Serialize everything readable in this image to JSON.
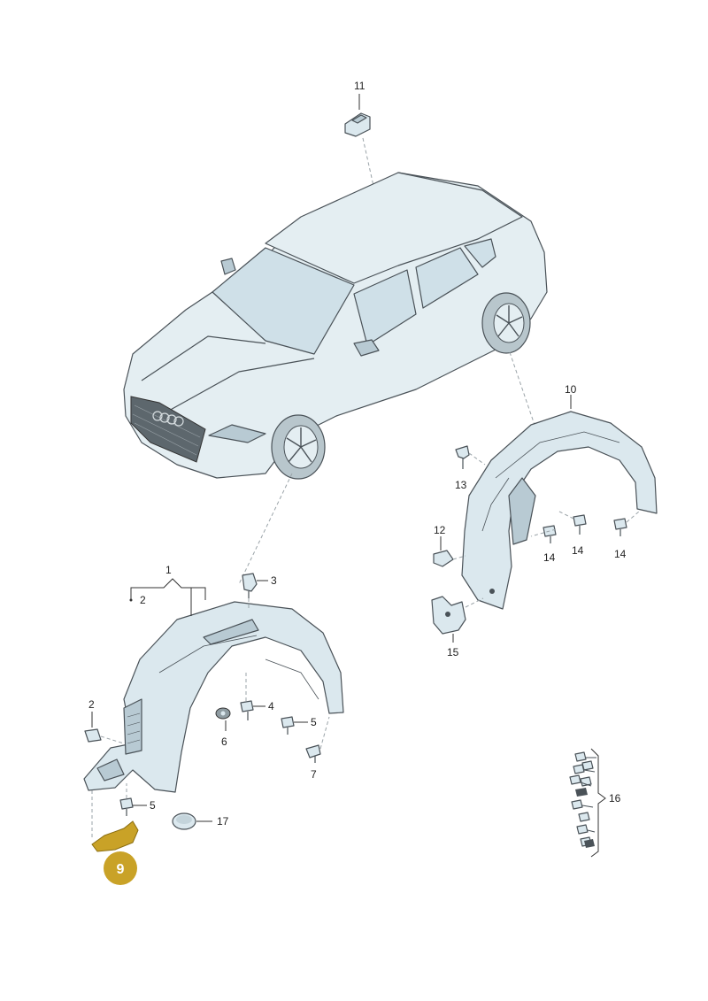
{
  "callouts": {
    "c1": "1",
    "c2a": "2",
    "c2b": "2",
    "c3": "3",
    "c4": "4",
    "c5a": "5",
    "c5b": "5",
    "c6": "6",
    "c7": "7",
    "c9": "9",
    "c10": "10",
    "c11": "11",
    "c12": "12",
    "c13": "13",
    "c14a": "14",
    "c14b": "14",
    "c14c": "14",
    "c15": "15",
    "c16": "16",
    "c17": "17"
  },
  "colors": {
    "highlight": "#c9a227",
    "part_fill": "#dbe8ee",
    "outline": "#4a5258"
  },
  "highlighted_part": "9"
}
